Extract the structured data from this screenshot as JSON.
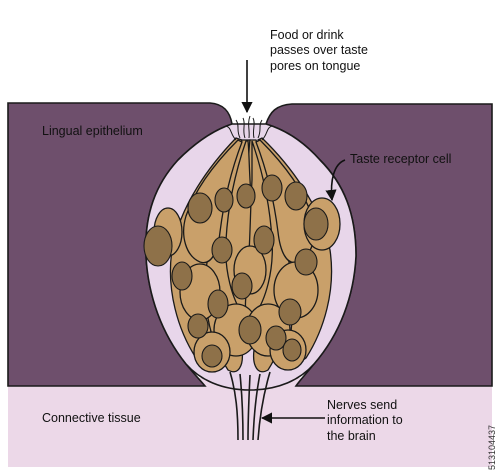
{
  "labels": {
    "food": [
      "Food or drink",
      "passes over taste",
      "pores on tongue"
    ],
    "lingual_epithelium": "Lingual epithelium",
    "taste_receptor_cell": "Taste receptor cell",
    "nerves": [
      "Nerves send",
      "information to",
      "the brain"
    ],
    "connective_tissue": "Connective tissue"
  },
  "watermark": {
    "stock_id": "513104437"
  },
  "colors": {
    "epithelium": "#6e4f6c",
    "connective_tissue": "#ecd8e8",
    "bud_background": "#e8d6ea",
    "cell_fill": "#c9a06a",
    "nucleus_fill": "#8e7149",
    "outline": "#1a1a1a"
  },
  "icons": [
    "arrow-down-icon",
    "arrow-left-icon",
    "arrow-curved-icon"
  ]
}
